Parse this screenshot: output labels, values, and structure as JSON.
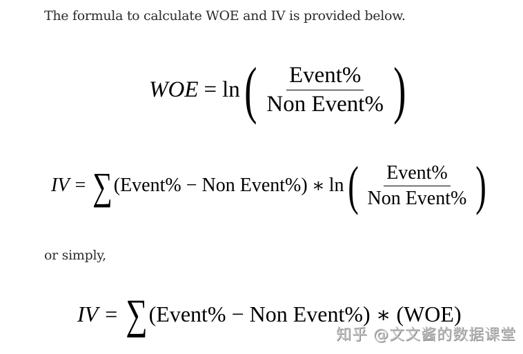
{
  "intro_text": "The formula to calculate WOE and IV is provided below.",
  "formula_woe": {
    "lhs": "WOE",
    "eq": "=",
    "fn": "ln",
    "numerator": "Event%",
    "denominator": "Non Event%"
  },
  "formula_iv": {
    "lhs": "IV",
    "eq": "=",
    "sum": "∑",
    "diff": "(Event% − Non Event%)",
    "times": "∗",
    "fn": "ln",
    "numerator": "Event%",
    "denominator": "Non Event%"
  },
  "simply_text": "or simply,",
  "formula_iv_simple": {
    "lhs": "IV",
    "eq": "=",
    "sum": "∑",
    "diff": "(Event% − Non Event%)",
    "times": "∗",
    "woe": "(WOE)"
  },
  "watermark": "知乎 @文文酱的数据课堂"
}
